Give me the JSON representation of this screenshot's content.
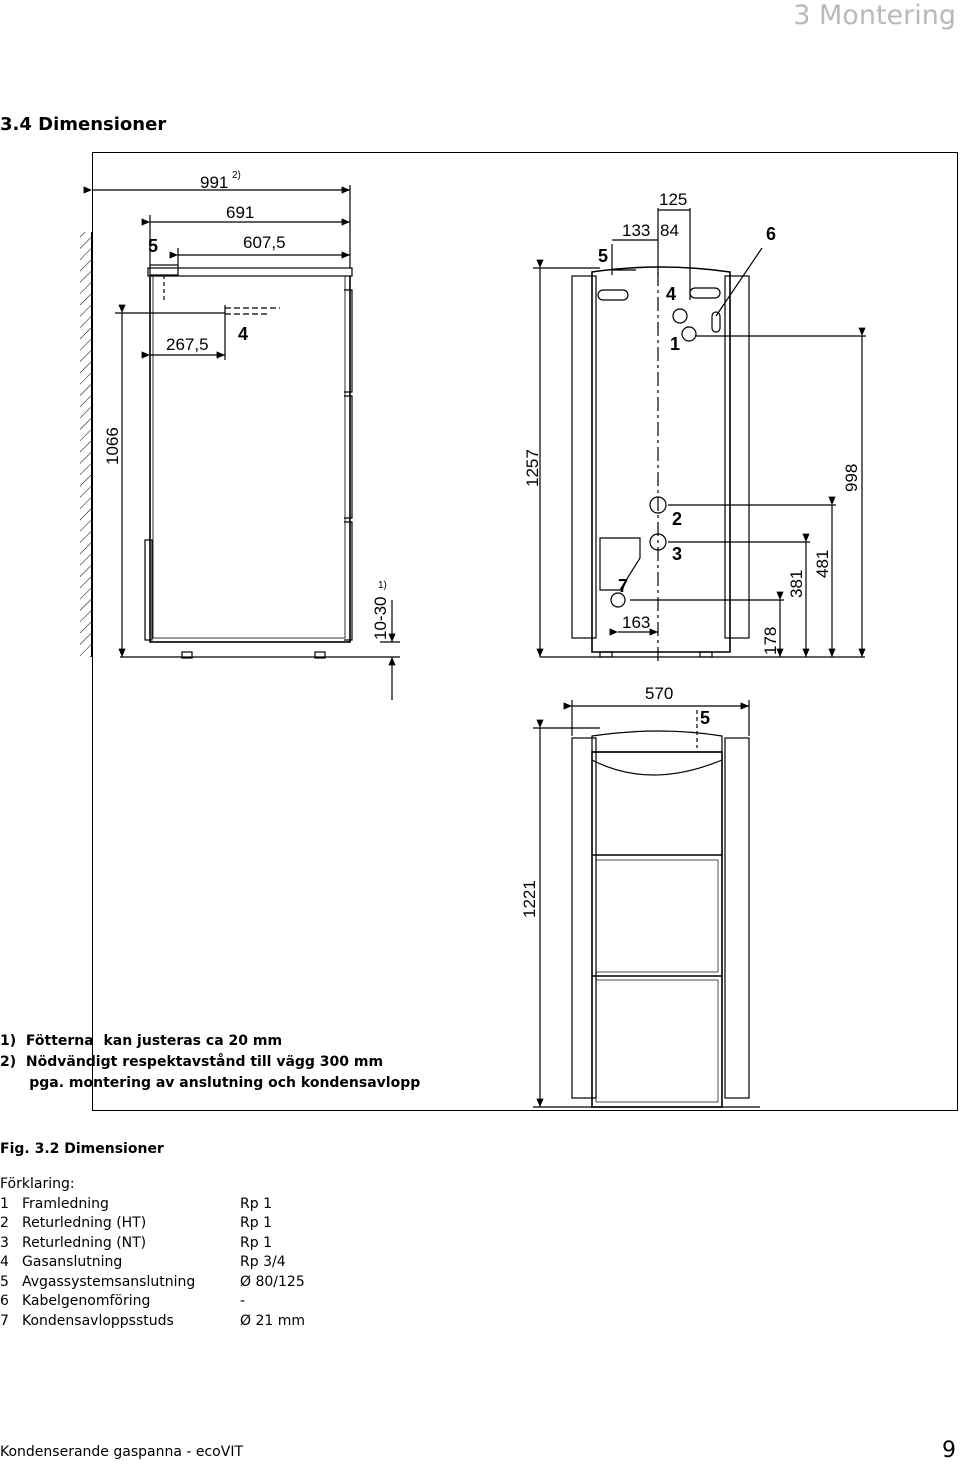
{
  "header": {
    "chapter": "3 Montering"
  },
  "section_title": "3.4 Dimensioner",
  "drawing": {
    "side_view": {
      "dim_top_total": "991",
      "dim_top_total_note": "2)",
      "dim_691": "691",
      "dim_607": "607,5",
      "dim_267": "267,5",
      "height_1066": "1066",
      "feet_adjust": "10-30",
      "feet_note": "1)",
      "label_5": "5",
      "label_4": "4"
    },
    "rear_view": {
      "dim_125": "125",
      "dim_133": "133",
      "dim_84": "84",
      "height_1257": "1257",
      "height_998": "998",
      "height_481": "481",
      "height_381": "381",
      "height_178": "178",
      "dim_163": "163",
      "label_1": "1",
      "label_2": "2",
      "label_3": "3",
      "label_4": "4",
      "label_5": "5",
      "label_6": "6",
      "label_7": "7"
    },
    "front_view": {
      "width_570": "570",
      "height_1221": "1221",
      "label_5": "5"
    }
  },
  "notes": [
    "1)  Fötterna  kan justeras ca 20 mm",
    "2)  Nödvändigt respektavstånd till vägg 300 mm",
    "      pga. montering av anslutning och kondensavlopp"
  ],
  "figure_caption": "Fig. 3.2 Dimensioner",
  "legend": {
    "heading": "Förklaring:",
    "items": [
      {
        "num": "1",
        "name": "Framledning",
        "spec": "Rp 1"
      },
      {
        "num": "2",
        "name": "Returledning (HT)",
        "spec": "Rp 1"
      },
      {
        "num": "3",
        "name": "Returledning (NT)",
        "spec": "Rp 1"
      },
      {
        "num": "4",
        "name": "Gasanslutning",
        "spec": "Rp 3/4"
      },
      {
        "num": "5",
        "name": "Avgassystemsanslutning",
        "spec": "Ø 80/125"
      },
      {
        "num": "6",
        "name": "Kabelgenomföring",
        "spec": "-"
      },
      {
        "num": "7",
        "name": "Kondensavloppsstuds",
        "spec": "Ø 21 mm"
      }
    ]
  },
  "footer": {
    "left": "Kondenserande gaspanna - ecoVIT",
    "page": "9"
  }
}
